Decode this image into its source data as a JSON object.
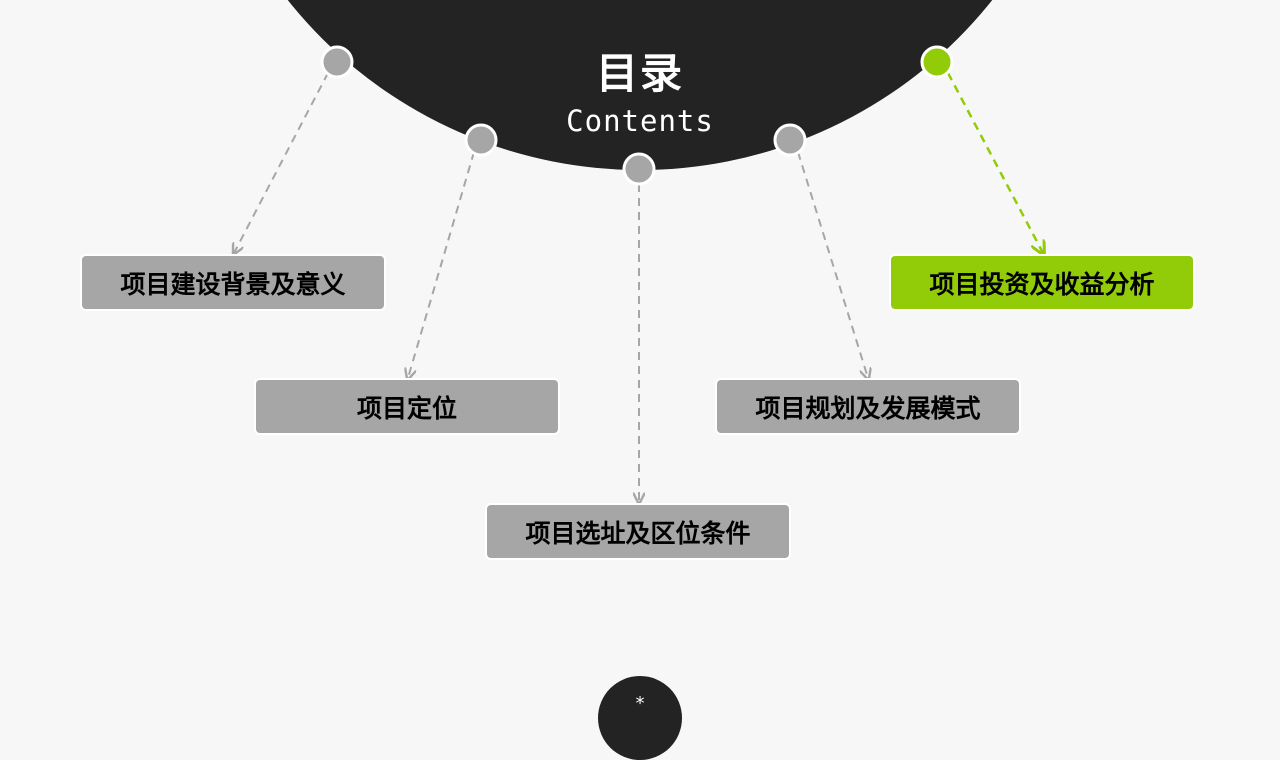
{
  "header": {
    "title": "目录",
    "subtitle": "Contents"
  },
  "items": [
    {
      "label": "项目建设背景及意义",
      "active": false
    },
    {
      "label": "项目定位",
      "active": false
    },
    {
      "label": "项目选址及区位条件",
      "active": false
    },
    {
      "label": "项目规划及发展模式",
      "active": false
    },
    {
      "label": "项目投资及收益分析",
      "active": true
    }
  ],
  "footer": {
    "marker": "*"
  },
  "colors": {
    "background": "#f7f7f7",
    "dark": "#232323",
    "node_gray": "#a6a6a6",
    "accent_green": "#92cc09"
  }
}
